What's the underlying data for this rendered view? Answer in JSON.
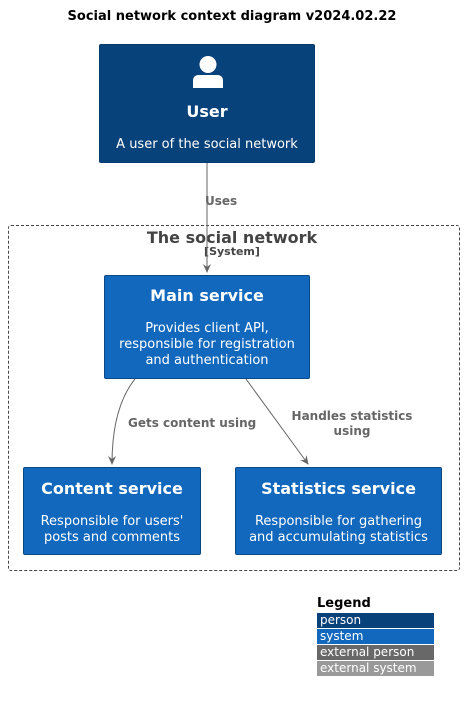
{
  "title": "Social network context diagram v2024.02.22",
  "person": {
    "name": "User",
    "description": "A user of the social network",
    "icon": "user-icon"
  },
  "boundary": {
    "name": "The social network",
    "type": "[System]"
  },
  "systems": {
    "main": {
      "name": "Main service",
      "description": "Provides client API,\nresponsible for registration\nand authentication"
    },
    "content": {
      "name": "Content service",
      "description": "Responsible for users'\nposts and comments"
    },
    "stats": {
      "name": "Statistics service",
      "description": "Responsible for gathering\nand accumulating statistics"
    }
  },
  "relations": {
    "uses": "Uses",
    "content": "Gets content using",
    "stats": "Handles statistics\nusing"
  },
  "legend": {
    "title": "Legend",
    "items": [
      {
        "label": "person",
        "color": "#08427b"
      },
      {
        "label": "system",
        "color": "#1168bd"
      },
      {
        "label": "external person",
        "color": "#686868"
      },
      {
        "label": "external system",
        "color": "#999999"
      }
    ]
  }
}
